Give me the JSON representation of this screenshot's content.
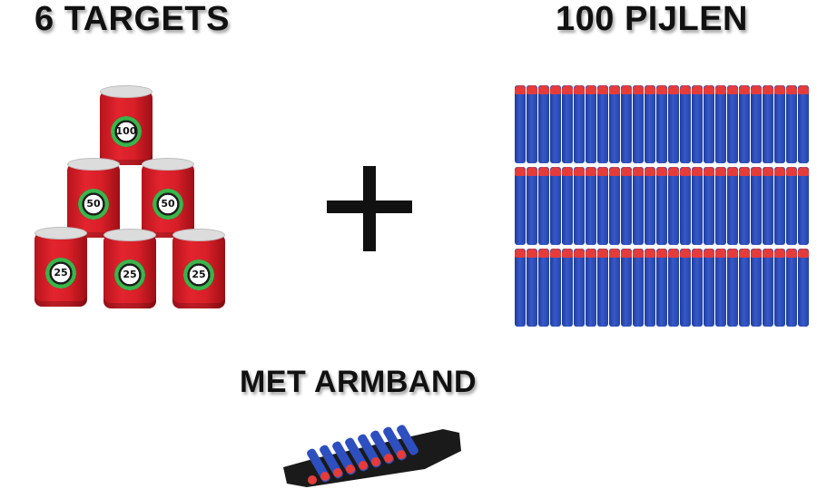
{
  "headings": {
    "left": "6 TARGETS",
    "right": "100 PIJLEN",
    "bottom": "MET ARMBAND"
  },
  "targets": {
    "scores": [
      "100",
      "50",
      "50",
      "25",
      "25",
      "25"
    ]
  },
  "colors": {
    "can_red": "#d81f28",
    "target_green": "#39b54a",
    "dart_blue": "#2d4fbf",
    "dart_tip": "#e43b3b",
    "armband": "#1a1a1a"
  },
  "icons": {
    "plus": "plus-icon"
  },
  "darts": {
    "rows": 3,
    "per_row": 25
  }
}
